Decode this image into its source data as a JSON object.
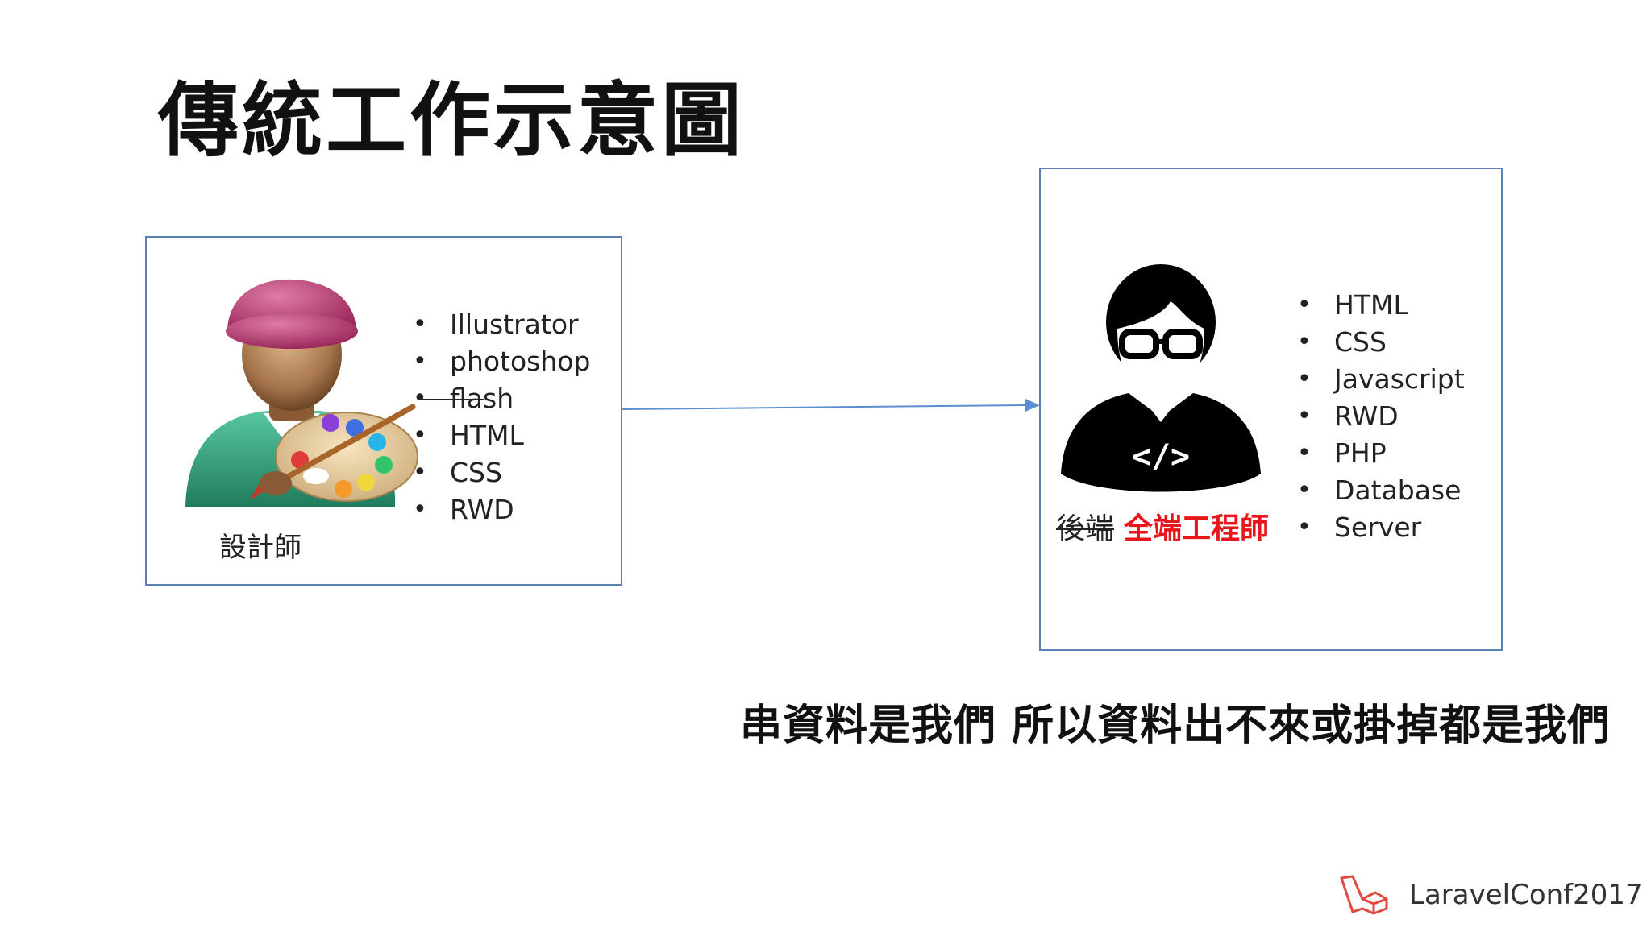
{
  "title": "傳統工作示意圖",
  "designer": {
    "label": "設計師",
    "skills": [
      "Illustrator",
      "photoshop",
      "flash",
      "HTML",
      "CSS",
      "RWD"
    ],
    "struck_skill": "flash",
    "icon": "painter-with-palette-icon"
  },
  "backend": {
    "struck_label": "後端",
    "highlight_label": "全端工程師",
    "skills": [
      "HTML",
      "CSS",
      "Javascript",
      "RWD",
      "PHP",
      "Database",
      "Server"
    ],
    "icon": "developer-avatar-icon",
    "code_glyph": "</>"
  },
  "caption": "串資料是我們 所以資料出不來或掛掉都是我們",
  "brand": {
    "text": "LaravelConf2017",
    "icon": "laravel-logo-icon"
  },
  "colors": {
    "box_border": "#5b7fb4",
    "arrow": "#5b8fd0",
    "highlight": "#e8151b",
    "text": "#222222"
  }
}
